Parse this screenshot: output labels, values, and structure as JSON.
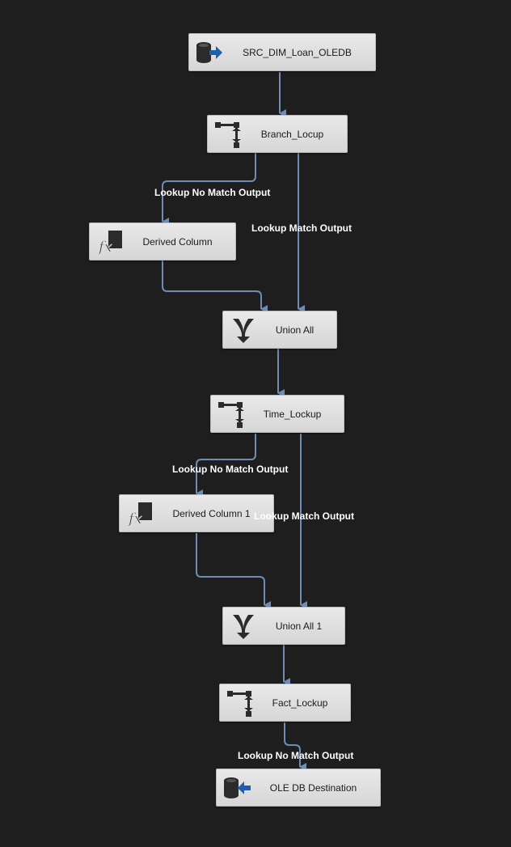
{
  "diagram": {
    "nodes": {
      "src": {
        "label": "SRC_DIM_Loan_OLEDB",
        "icon": "oledb-source-icon"
      },
      "branch": {
        "label": "Branch_Locup",
        "icon": "lookup-icon"
      },
      "derived1": {
        "label": "Derived Column",
        "icon": "derived-column-icon"
      },
      "union1": {
        "label": "Union All",
        "icon": "union-all-icon"
      },
      "time": {
        "label": "Time_Lockup",
        "icon": "lookup-icon"
      },
      "derived2": {
        "label": "Derived Column 1",
        "icon": "derived-column-icon"
      },
      "union2": {
        "label": "Union All 1",
        "icon": "union-all-icon"
      },
      "fact": {
        "label": "Fact_Lockup",
        "icon": "lookup-icon"
      },
      "dest": {
        "label": "OLE DB Destination",
        "icon": "oledb-destination-icon"
      }
    },
    "edge_labels": {
      "branch_nomatch": "Lookup No Match Output",
      "branch_match": "Lookup Match Output",
      "time_nomatch": "Lookup No Match Output",
      "time_match": "Lookup Match Output",
      "fact_nomatch": "Lookup No Match Output"
    },
    "colors": {
      "connector": "#6f8cb5",
      "background": "#1e1e1e",
      "node_fill": "#e0e0e0",
      "arrow_blue": "#1f5fb0"
    }
  }
}
